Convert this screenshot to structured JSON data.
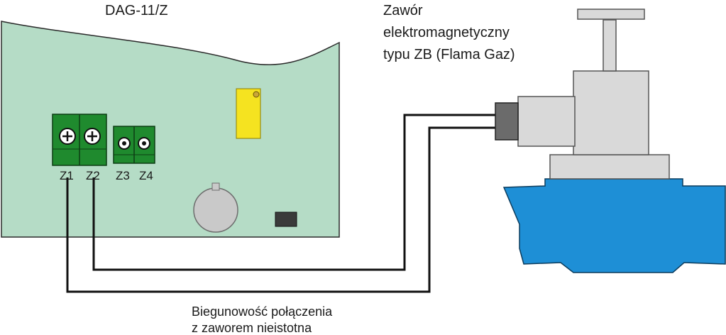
{
  "device": {
    "title": "DAG-11/Z",
    "terminals": [
      "Z1",
      "Z2",
      "Z3",
      "Z4"
    ]
  },
  "valve": {
    "label_lines": [
      "Zawór",
      "elektromagnetyczny",
      "typu ZB (Flama Gaz)"
    ]
  },
  "note": {
    "lines": [
      "Biegunowość połączenia",
      "z zaworem nieistotna"
    ]
  },
  "colors": {
    "board": "#b5dcc6",
    "terminal": "#1f8a2e",
    "relay": "#f5e320",
    "valve_body": "#d9d9d9",
    "pipe": "#1e8fd6",
    "wire": "#111111"
  }
}
